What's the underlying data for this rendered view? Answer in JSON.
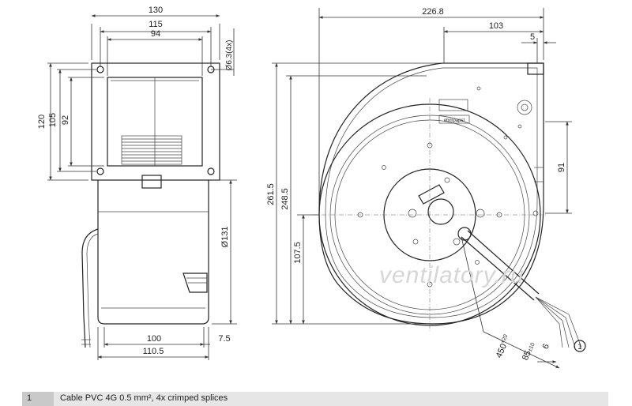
{
  "front_view": {
    "dims": {
      "w130": "130",
      "w115": "115",
      "w94": "94",
      "hole": "Ø6.3(4x)",
      "h120": "120",
      "h105": "105",
      "h92": "92",
      "d131": "Ø131",
      "w100": "100",
      "w110": "110.5",
      "w7": "7.5"
    }
  },
  "side_view": {
    "dims": {
      "w226": "226.8",
      "w103": "103",
      "w5": "5",
      "h91": "91",
      "h261": "261.5",
      "h248": "248.5",
      "h107": "107.5",
      "cable_len": "450",
      "cable_len_tol": "+20",
      "strip_len": "85",
      "strip_tol": "±10",
      "w6": "6"
    },
    "callout": "1",
    "label_plate": "ebmpapst"
  },
  "watermark": "ventilatory.ru",
  "legend": [
    {
      "num": "1",
      "text": "Cable PVC 4G 0.5 mm², 4x crimped splices"
    }
  ]
}
